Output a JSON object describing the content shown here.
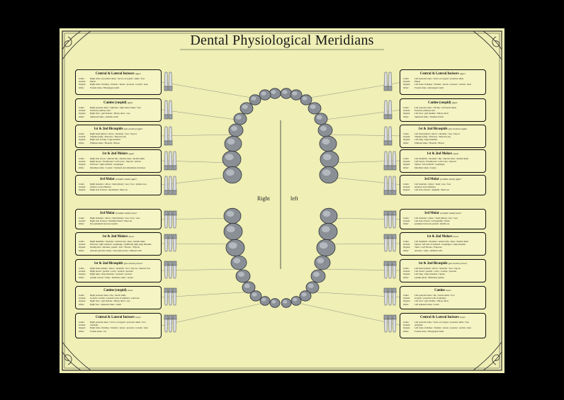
{
  "title": "Dental Physiological Meridians",
  "side_labels": {
    "right": "Right",
    "left": "left"
  },
  "colors": {
    "background": "#000000",
    "poster": "#efefb6",
    "border": "#2a2a2a",
    "tooth": "#8a8f96"
  },
  "field_labels": [
    "Joints:",
    "Glands:",
    "Organs:",
    "Other:"
  ],
  "boxes": {
    "ul1": {
      "title": "Central & Lateral Incisors",
      "sub": "upper",
      "rows": [
        "Right sides of posterior knee / Sacro-coccygeal / ankle / foot",
        "Pineal",
        "Right sides of kidney / bladder / uterus / prostate / rectum / anus",
        "Frontal sinus / Pharyngeal tonsil"
      ]
    },
    "ul2": {
      "title": "Canine (cuspid)",
      "sub": "upper",
      "rows": [
        "Right posterior knee / right hip / right lateral ankle / foot",
        "Posterior pituitary lobe",
        "Right liver / gall bladder / biliary ducts / eye",
        "Sphenoid sinus / palatine tonsil"
      ]
    },
    "ul3": {
      "title": "1st & 2nd Bicuspids",
      "sub": "(pre-molars) upper",
      "rows": [
        "Right hand (ulnar) / elbow / shoulder / foot / big toe",
        "Thymus (2nd) / Pancreas / Thyroid (1st)",
        "Right side of lung / large intestine",
        "Ethmoid sinus / Bronchi / Breast"
      ]
    },
    "ul4": {
      "title": "1st & 2nd Molars",
      "sub": "upper",
      "rows": [
        "Right side of jaw / anterior hip / anterior knee / medial ankle",
        "Right breast / Parathyroid / Left ovary / thyroid / testicle",
        "Pancreas / right stomach / esophagus",
        "Maxillary sinus / Larynx / Stomach and abdominal structures"
      ]
    },
    "ul5": {
      "title": "3rd Molar",
      "sub": "(wisdom tooth) upper",
      "rows": [
        "Right shoulder / elbow / hand (ulnar) / toes / foot / plantar toes",
        "Anterior Lobe Pituitary",
        "Right side of heart / duodenum / inner ear",
        ""
      ]
    },
    "ll5": {
      "title": "3rd Molar",
      "sub": "(wisdom tooth) lower",
      "rows": [
        "Right shoulder / elbow / hand (ulnar) / toes / foot / toes",
        "Right side of heart / Terminal ileum / Inner ear",
        "Ear peripheral nervous system",
        ""
      ]
    },
    "ll4": {
      "title": "1st & 2nd Molars",
      "sub": "lower",
      "rows": [
        "Right mandible / shoulder / anterior hip / knee / medial ankle",
        "Pancreas, right stomach / esophagus / (ethmoid) right large intestine",
        "Parathyroid / adrenals / pineal / Left / Thorax / Thyroid",
        "Arteries (arterial veins) / veins (ileocecal) / ethmoid cells"
      ]
    },
    "ll3": {
      "title": "1st & 2nd Bicuspids",
      "sub": "(pre-molars) lower",
      "rows": [
        "Right hand (radial) / elbow / shoulder / foot / big toe / anterior foot",
        "Right breast / gonads / ovary / testicle / prostate",
        "Right lung / large intestine / stomach / pylorus",
        "Lymph vessels / lungs / maxillary sinus / larynx"
      ]
    },
    "ll2": {
      "title": "Canine (cuspid)",
      "sub": "lower",
      "rows": [
        "Right posterior knee / hip / lateral ankle",
        "Gonads, ovarian / posterior lobe of pituitary / pancreas",
        "Right liver / gall bladder / biliary ducts / eye",
        "Right foot / sphenoid sinus / tonsil"
      ]
    },
    "ll1": {
      "title": "Central & Lateral Incisors",
      "sub": "lower",
      "rows": [
        "Right posterior knee / Sacro-coccygeal / posterior ankle / foot",
        "Adrenals",
        "Right sides of kidney / bladder / uterus / prostate / rectum / anus",
        "Frontal sinus / ear"
      ]
    },
    "ur1": {
      "title": "Central & Lateral Incisors",
      "sub": "upper",
      "rows": [
        "Left posterior knee / Sacro-coccygeal / posterior ankle",
        "Pineal",
        "Left sides of kidney / bladder / uterus / prostate / rectum / anus",
        "Frontal sinus / pharyngeal tonsil"
      ]
    },
    "ur2": {
      "title": "Canine (cuspid)",
      "sub": "upper",
      "rows": [
        "Left posterior knee / left hip / left lateral ankle",
        "Posterior pituitary lobe",
        "Left liver / gall bladder / biliary ducts",
        "Sphenoid sinus / Palatine Tonsil"
      ]
    },
    "ur3": {
      "title": "1st & 2nd Bicuspids",
      "sub": "(pre-molars) upper",
      "rows": [
        "Left hand (ulnar) / elbow / shoulder / foot / big toe",
        "Thymus (2nd) / Pancreas / Thyroid (1st)",
        "Left lung / large intestine",
        "Ethmoid sinus / Bronchi / Breast"
      ]
    },
    "ur4": {
      "title": "1st & 2nd Molars",
      "sub": "upper",
      "rows": [
        "Left mandible / shoulder / hip / anterior knee / medial ankle",
        "Left breast / Parathyroid / Left ovary / thyroid",
        "Spleen / left stomach / esophagus",
        "Maxillary sinus / larynx"
      ]
    },
    "ur5": {
      "title": "3rd Molar",
      "sub": "(wisdom tooth) upper",
      "rows": [
        "Left shoulder / elbow / hand / toes / foot",
        "Anterior Lobe Pituitary",
        "Left side of heart / Jejunum / Inner ear",
        ""
      ]
    },
    "lr5": {
      "title": "3rd Molar",
      "sub": "(wisdom tooth) lower",
      "rows": [
        "Left shoulder / elbow / hand (ulnar) / foot / toes",
        "Left side of heart / left jejunum / ileum",
        "peripheral nervous system / middle ear",
        ""
      ]
    },
    "lr4": {
      "title": "1st & 2nd Molars",
      "sub": "lower",
      "rows": [
        "Left mandible / shoulder / anterior hip / knee / medial ankle",
        "Spleen / left side of stomach / esophagus / large intestine",
        "Veins / Left Thorax / Pancreas",
        "Arteries / veins / ethmoid cells"
      ]
    },
    "lr3": {
      "title": "1st & 2nd Bicuspids",
      "sub": "(pre-molars) lower",
      "rows": [
        "Left hand (radial) / elbow / shoulder / foot / big toe",
        "Left breast / gonads / ovary / testicle / prostate",
        "Left lung / large intestine / spleen",
        "Lymph (2nd) / Mammary glands"
      ]
    },
    "lr2": {
      "title": "Canine",
      "sub": "lower",
      "rows": [
        "Left posterior knee / hip / lateral ankle / foot",
        "Gonads / posterior lobe of pituitary",
        "Left liver / gall bladder / biliary ducts",
        "Left sphenoid sinus / tonsil"
      ]
    },
    "lr1": {
      "title": "Central & Lateral Incisors",
      "sub": "lower",
      "rows": [
        "Left posterior knee / Sacro-coccygeal / posterior ankle / foot",
        "Adrenals",
        "Left sides of kidney / bladder / uterus / prostate / rectum / anus",
        "Frontal sinus / Pharyngeal tonsil"
      ]
    }
  }
}
